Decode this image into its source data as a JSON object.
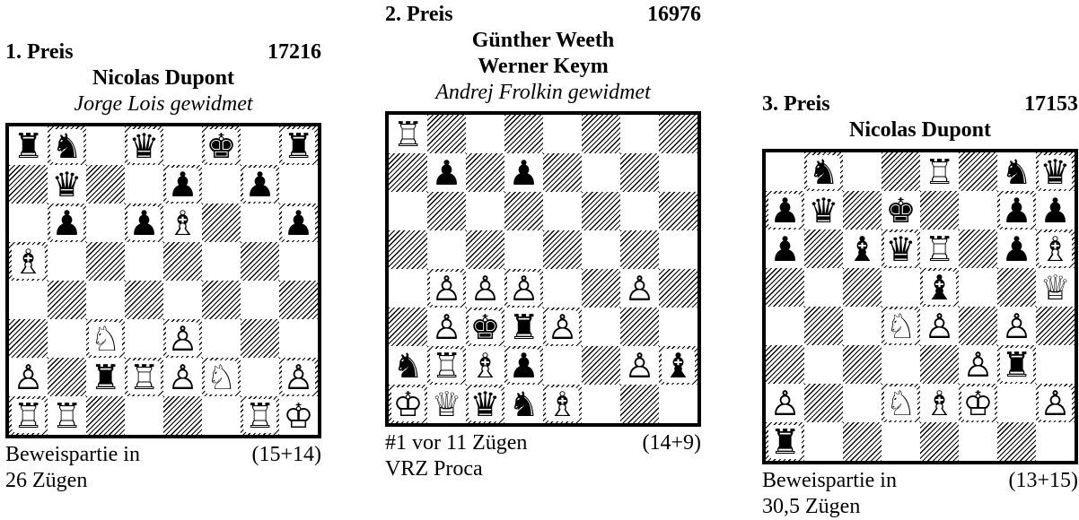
{
  "problems": [
    {
      "prize": "1. Preis",
      "number": "17216",
      "authors": [
        "Nicolas Dupont"
      ],
      "dedication": "Jorge Lois gewidmet",
      "position": "rn1q1k1r/1q2p1p1/1p1pB2p/B7/8/2N1P3/P1rRPN1P/RR4RK",
      "stipulation_line1": "Beweispartie in",
      "count": "(15+14)",
      "stipulation_line2": "26 Zügen"
    },
    {
      "prize": "2. Preis",
      "number": "16976",
      "authors": [
        "Günther Weeth",
        "Werner Keym"
      ],
      "dedication": "Andrej Frolkin gewidmet",
      "position": "R7/1p1p4/8/8/1PPP2P1/1PkrP3/nRBp2Pb/KQqnB3",
      "stipulation_line1": "#1 vor 11 Zügen",
      "count": "(14+9)",
      "stipulation_line2": "VRZ Proca"
    },
    {
      "prize": "3. Preis",
      "number": "17153",
      "authors": [
        "Nicolas Dupont"
      ],
      "dedication": "",
      "position": "1n2R1nq/pq1k2pp/p1bqR1pB/4b2Q/3NP1P1/5Pr1/P2NBK1P/r7",
      "stipulation_line1": "Beweispartie in",
      "count": "(13+15)",
      "stipulation_line2": "30,5 Zügen"
    }
  ]
}
